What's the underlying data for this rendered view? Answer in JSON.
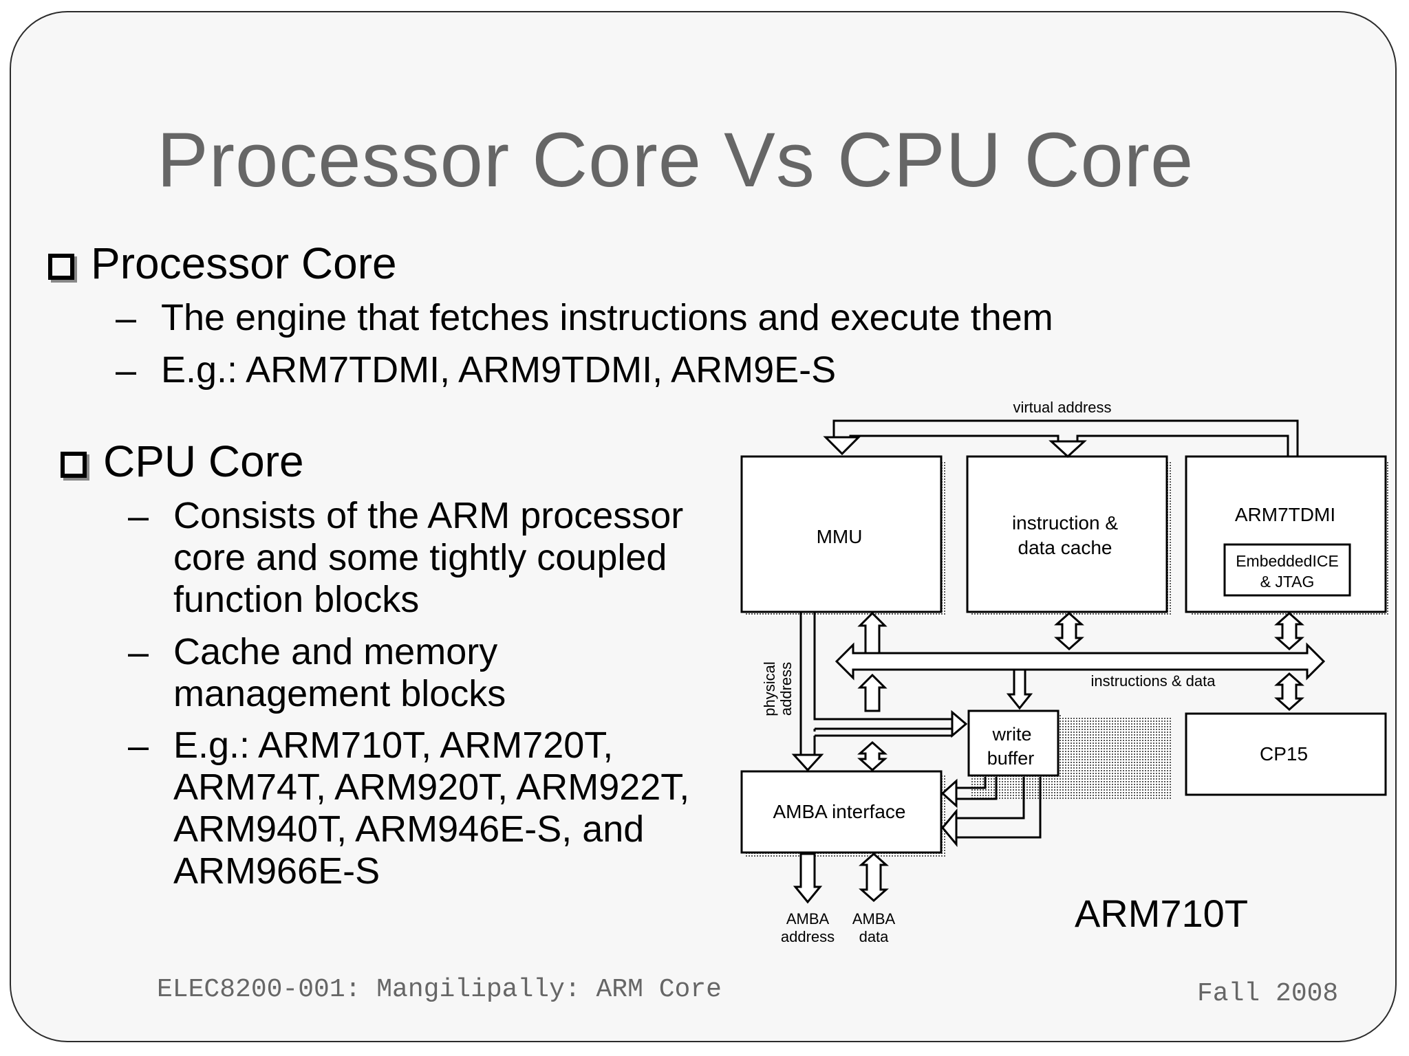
{
  "slide": {
    "title": "Processor Core Vs CPU Core",
    "section1": {
      "heading": "Processor Core",
      "bullets": [
        [
          "The engine that fetches instructions and execute them"
        ],
        [
          "E.g.: ARM7TDMI, ARM9TDMI, ARM9E-S"
        ]
      ]
    },
    "section2": {
      "heading": "CPU Core",
      "bullets": [
        [
          "Consists of the ARM processor",
          "core and some tightly coupled",
          "function blocks"
        ],
        [
          "Cache and memory",
          "management blocks"
        ],
        [
          "E.g.: ARM710T, ARM720T,",
          "ARM74T, ARM920T, ARM922T,",
          "ARM940T, ARM946E-S, and",
          "ARM966E-S"
        ]
      ]
    },
    "bullet_dash": "–",
    "footer_left": "ELEC8200-001: Mangilipally: ARM Core",
    "footer_right": "Fall 2008"
  },
  "diagram": {
    "caption": "ARM710T",
    "virtual_address": "virtual address",
    "physical_address": [
      "physical",
      "address"
    ],
    "instructions_data": "instructions & data",
    "mmu": "MMU",
    "cache": [
      "instruction &",
      "data cache"
    ],
    "cpu": "ARM7TDMI",
    "ice": [
      "EmbeddedICE",
      "& JTAG"
    ],
    "write_buffer": [
      "write",
      "buffer"
    ],
    "cp15": "CP15",
    "amba_interface": "AMBA interface",
    "amba_address": [
      "AMBA",
      "address"
    ],
    "amba_data": [
      "AMBA",
      "data"
    ]
  }
}
